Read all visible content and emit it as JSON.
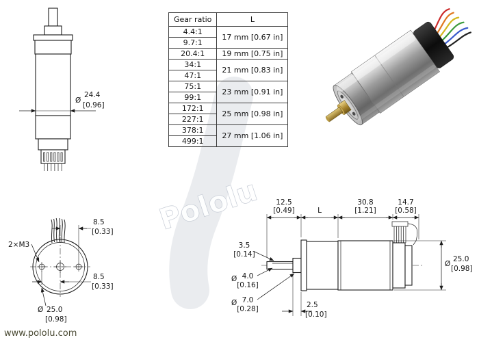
{
  "footer": {
    "url": "www.pololu.com"
  },
  "watermark": {
    "brand": "Pololu"
  },
  "symbols": {
    "diameter": "Ø"
  },
  "table": {
    "headers": {
      "gear_ratio": "Gear ratio",
      "length": "L"
    },
    "groups": [
      {
        "ratios": [
          "4.4:1",
          "9.7:1"
        ],
        "length": "17 mm [0.67 in]"
      },
      {
        "ratios": [
          "20.4:1"
        ],
        "length": "19 mm [0.75 in]"
      },
      {
        "ratios": [
          "34:1",
          "47:1"
        ],
        "length": "21 mm [0.83 in]"
      },
      {
        "ratios": [
          "75:1",
          "99:1"
        ],
        "length": "23 mm [0.91 in]"
      },
      {
        "ratios": [
          "172:1",
          "227:1"
        ],
        "length": "25 mm [0.98 in]"
      },
      {
        "ratios": [
          "378:1",
          "499:1"
        ],
        "length": "27 mm [1.06 in]"
      }
    ]
  },
  "views": {
    "side_vertical": {
      "body_diameter_mm": "24.4",
      "body_diameter_in": "[0.96]"
    },
    "front": {
      "hole_offset_top_mm": "8.5",
      "hole_offset_top_in": "[0.33]",
      "hole_offset_bottom_mm": "8.5",
      "hole_offset_bottom_in": "[0.33]",
      "mount_holes": "2×M3",
      "diameter_mm": "25.0",
      "diameter_in": "[0.98]"
    },
    "side_horizontal": {
      "shaft_length_mm": "12.5",
      "shaft_length_in": "[0.49]",
      "gearbox_length_label": "L",
      "motor_length_mm": "30.8",
      "motor_length_in": "[1.21]",
      "encoder_length_mm": "14.7",
      "encoder_length_in": "[0.58]",
      "flat_mm": "3.5",
      "flat_in": "[0.14]",
      "shaft_diameter_mm": "4.0",
      "shaft_diameter_in": "[0.16]",
      "bushing_diameter_mm": "7.0",
      "bushing_diameter_in": "[0.28]",
      "bushing_length_mm": "2.5",
      "bushing_length_in": "[0.10]",
      "body_diameter_mm": "25.0",
      "body_diameter_in": "[0.98]"
    }
  }
}
